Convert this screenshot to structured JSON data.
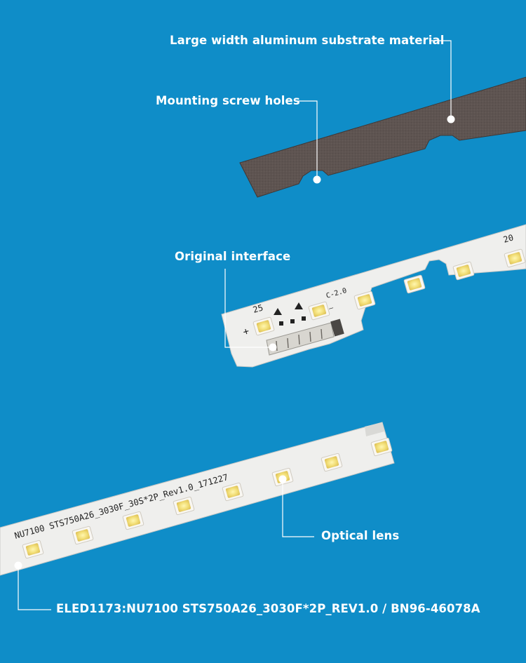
{
  "background_color": "#0f8dc8",
  "callouts": {
    "substrate": "Large width aluminum substrate material",
    "screw_holes": "Mounting screw holes",
    "interface": "Original interface",
    "lens": "Optical lens",
    "model": "ELED1173:NU7100 STS750A26_3030F*2P_REV1.0 / BN96-46078A"
  },
  "strip_middle": {
    "label_25": "25",
    "label_20": "20",
    "version": "C-2.0",
    "plus": "+",
    "minus": "—"
  },
  "strip_bottom": {
    "print": "NU7100  STS750A26_3030F_30S*2P_Rev1.0_171227"
  },
  "colors": {
    "substrate": "#5d5350",
    "pcb": "#eeeeec",
    "led": "#f2e27a",
    "line": "#ffffff"
  }
}
